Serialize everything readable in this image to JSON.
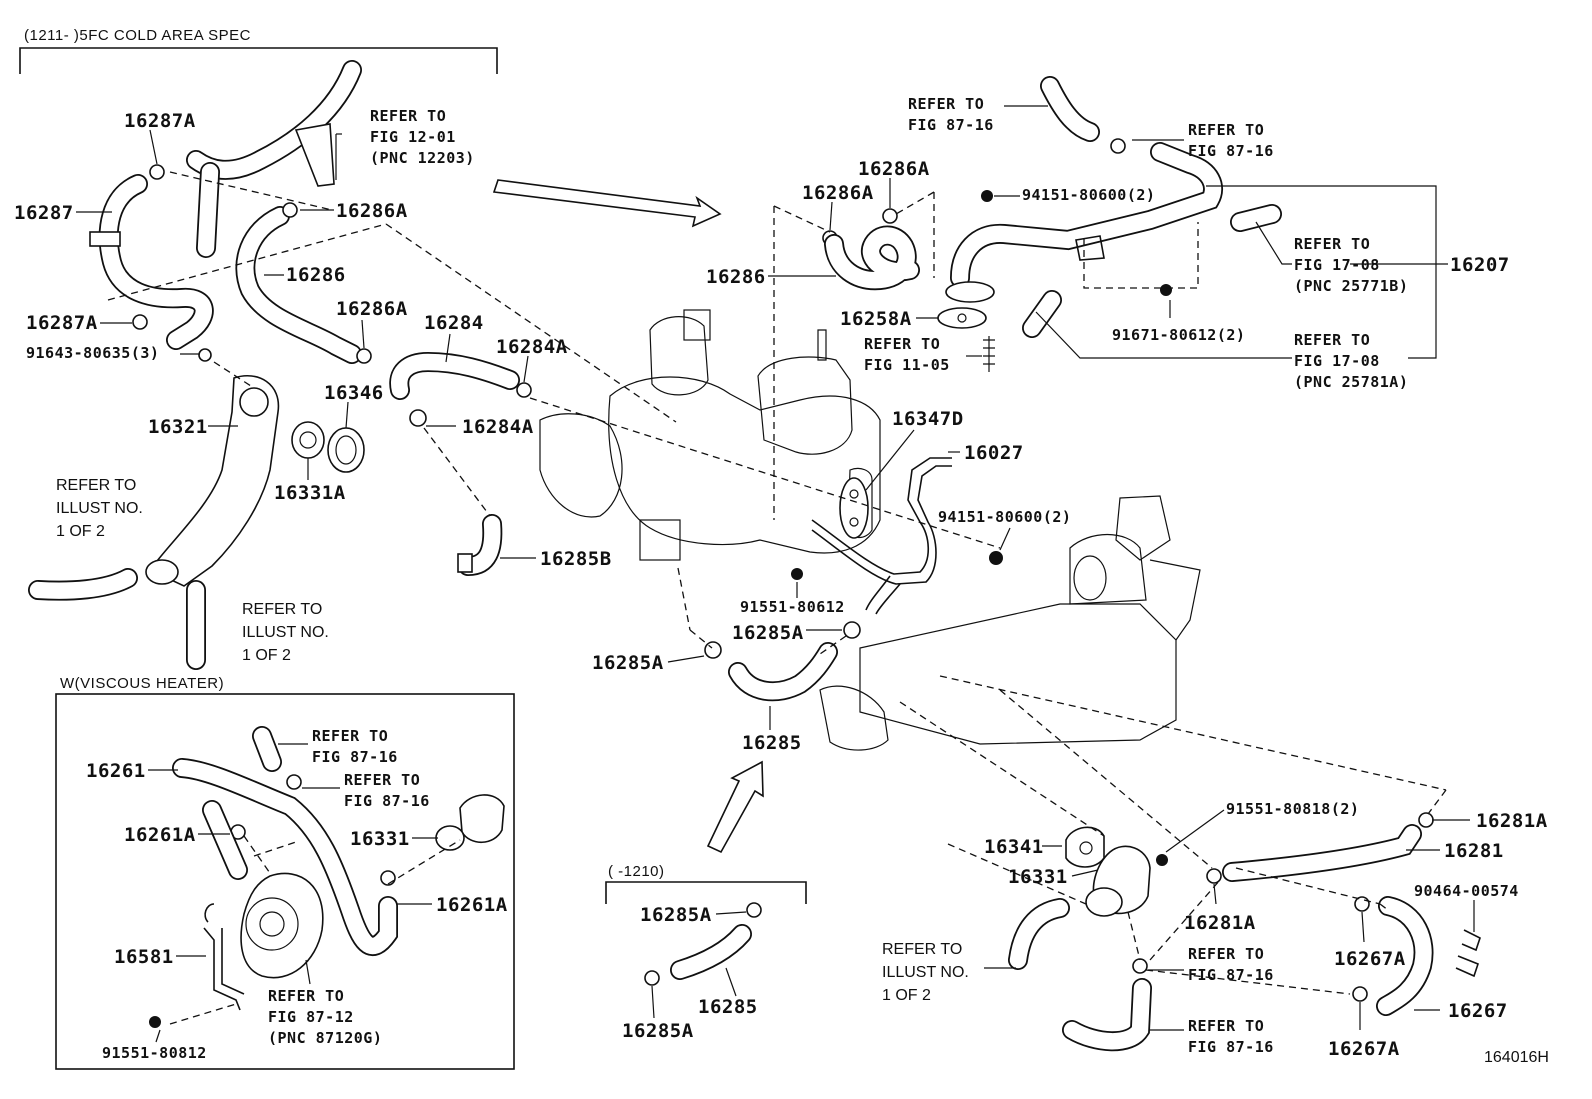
{
  "diagram": {
    "figure_number": "164016H",
    "sections": {
      "cold_area": "(1211-      )5FC COLD AREA SPEC",
      "viscous_heater": "W(VISCOUS HEATER)",
      "prior": "(       -1210)"
    },
    "callouts": [
      {
        "id": "16287A-top",
        "text": "16287A"
      },
      {
        "id": "16287",
        "text": "16287"
      },
      {
        "id": "16287A-bottom",
        "text": "16287A"
      },
      {
        "id": "91643-80635",
        "text": "91643-80635(3)"
      },
      {
        "id": "16321",
        "text": "16321"
      },
      {
        "id": "16286A-left",
        "text": "16286A"
      },
      {
        "id": "16286-left",
        "text": "16286"
      },
      {
        "id": "16286A-mid",
        "text": "16286A"
      },
      {
        "id": "16346",
        "text": "16346"
      },
      {
        "id": "16331A",
        "text": "16331A"
      },
      {
        "id": "16284",
        "text": "16284"
      },
      {
        "id": "16284A-top",
        "text": "16284A"
      },
      {
        "id": "16284A-bottom",
        "text": "16284A"
      },
      {
        "id": "16285B",
        "text": "16285B"
      },
      {
        "id": "16286A-right-1",
        "text": "16286A"
      },
      {
        "id": "16286A-right-2",
        "text": "16286A"
      },
      {
        "id": "16286-right",
        "text": "16286"
      },
      {
        "id": "94151-80600-top",
        "text": "94151-80600(2)"
      },
      {
        "id": "16258A",
        "text": "16258A"
      },
      {
        "id": "16207",
        "text": "16207"
      },
      {
        "id": "91671-80612",
        "text": "91671-80612(2)"
      },
      {
        "id": "16347D",
        "text": "16347D"
      },
      {
        "id": "16027",
        "text": "16027"
      },
      {
        "id": "94151-80600-mid",
        "text": "94151-80600(2)"
      },
      {
        "id": "91551-80612",
        "text": "91551-80612"
      },
      {
        "id": "16285A-upper",
        "text": "16285A"
      },
      {
        "id": "16285A-left",
        "text": "16285A"
      },
      {
        "id": "16285-main",
        "text": "16285"
      },
      {
        "id": "16261",
        "text": "16261"
      },
      {
        "id": "16261A-left",
        "text": "16261A"
      },
      {
        "id": "16331-heater",
        "text": "16331"
      },
      {
        "id": "16261A-right",
        "text": "16261A"
      },
      {
        "id": "16581",
        "text": "16581"
      },
      {
        "id": "91551-80812",
        "text": "91551-80812"
      },
      {
        "id": "16285A-small-top",
        "text": "16285A"
      },
      {
        "id": "16285-small",
        "text": "16285"
      },
      {
        "id": "16285A-small-bottom",
        "text": "16285A"
      },
      {
        "id": "91551-80818",
        "text": "91551-80818(2)"
      },
      {
        "id": "16281A-top",
        "text": "16281A"
      },
      {
        "id": "16281",
        "text": "16281"
      },
      {
        "id": "16341",
        "text": "16341"
      },
      {
        "id": "16331-right",
        "text": "16331"
      },
      {
        "id": "16281A-bottom",
        "text": "16281A"
      },
      {
        "id": "90464-00574",
        "text": "90464-00574"
      },
      {
        "id": "16267A-top",
        "text": "16267A"
      },
      {
        "id": "16267",
        "text": "16267"
      },
      {
        "id": "16267A-bottom",
        "text": "16267A"
      }
    ],
    "references": [
      {
        "id": "ref-fig-12-01",
        "text": "REFER TO\nFIG 12-01\n(PNC 12203)"
      },
      {
        "id": "ref-fig-87-16-a",
        "text": "REFER TO\nFIG 87-16"
      },
      {
        "id": "ref-fig-87-16-b",
        "text": "REFER TO\nFIG 87-16"
      },
      {
        "id": "ref-fig-17-08-a",
        "text": "REFER TO\nFIG 17-08\n(PNC 25771B)"
      },
      {
        "id": "ref-fig-17-08-b",
        "text": "REFER TO\nFIG 17-08\n(PNC 25781A)"
      },
      {
        "id": "ref-fig-11-05",
        "text": "REFER TO\nFIG 11-05"
      },
      {
        "id": "ref-heater-87-16-a",
        "text": "REFER TO\nFIG 87-16"
      },
      {
        "id": "ref-heater-87-16-b",
        "text": "REFER TO\nFIG 87-16"
      },
      {
        "id": "ref-fig-87-12",
        "text": "REFER TO\nFIG 87-12\n(PNC 87120G)"
      },
      {
        "id": "ref-right-87-16-a",
        "text": "REFER TO\nFIG 87-16"
      },
      {
        "id": "ref-right-87-16-b",
        "text": "REFER TO\nFIG 87-16"
      }
    ],
    "illust_refs": [
      {
        "id": "illust-left-1",
        "text": "REFER TO\nILLUST NO.\n1 OF 2"
      },
      {
        "id": "illust-left-2",
        "text": "REFER TO\nILLUST NO.\n1 OF 2"
      },
      {
        "id": "illust-right",
        "text": "REFER TO\nILLUST NO.\n1 OF 2"
      }
    ]
  }
}
